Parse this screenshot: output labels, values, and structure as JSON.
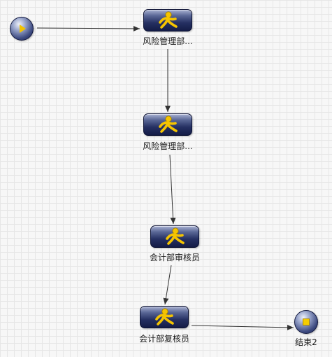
{
  "diagram": {
    "start_node": {
      "icon": "play-icon"
    },
    "tasks": [
      {
        "id": "task-1",
        "label": "风险管理部...",
        "icon": "person-running-icon"
      },
      {
        "id": "task-2",
        "label": "风险管理部...",
        "icon": "person-running-icon"
      },
      {
        "id": "task-3",
        "label": "会计部审核员",
        "icon": "person-running-icon"
      },
      {
        "id": "task-4",
        "label": "会计部复核员",
        "icon": "person-running-icon"
      }
    ],
    "end_node": {
      "label": "结束2",
      "icon": "stop-icon"
    },
    "edges": [
      {
        "from": "start",
        "to": "task-1"
      },
      {
        "from": "task-1",
        "to": "task-2"
      },
      {
        "from": "task-2",
        "to": "task-3"
      },
      {
        "from": "task-3",
        "to": "task-4"
      },
      {
        "from": "task-4",
        "to": "end"
      }
    ],
    "colors": {
      "canvas": "#f7f7f7",
      "grid": "#e6e6e6",
      "task_fill": "#253062",
      "icon_yellow": "#f5c400",
      "edge": "#333333"
    }
  }
}
